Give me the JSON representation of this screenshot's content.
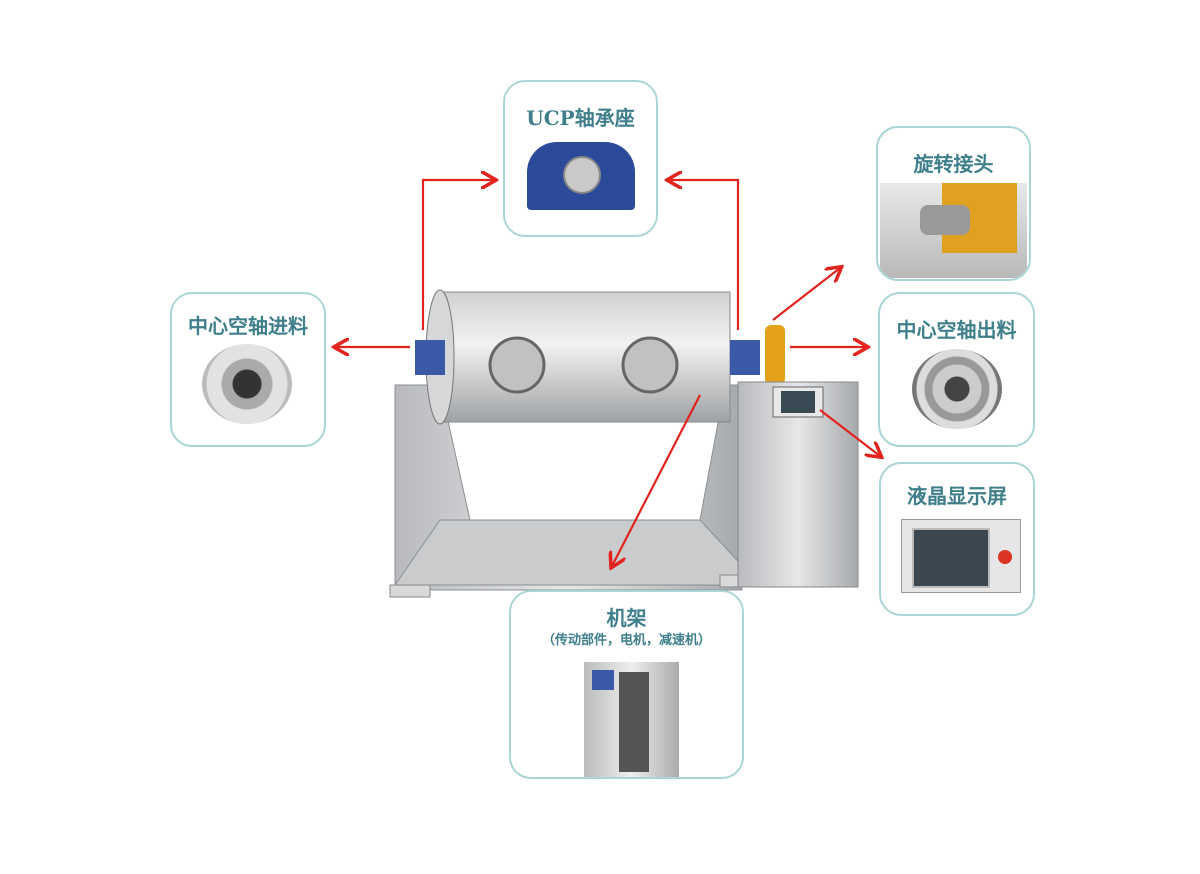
{
  "labels": {
    "bearing": "UCP轴承座",
    "rotary_joint": "旋转接头",
    "inlet": "中心空轴进料",
    "outlet": "中心空轴出料",
    "lcd": "液晶显示屏",
    "frame": "机架",
    "frame_sub": "（传动部件，电机，减速机）"
  },
  "colors": {
    "accent": "#3f7f8c",
    "border": "#a9d5d6",
    "arrow": "#e3231e"
  }
}
